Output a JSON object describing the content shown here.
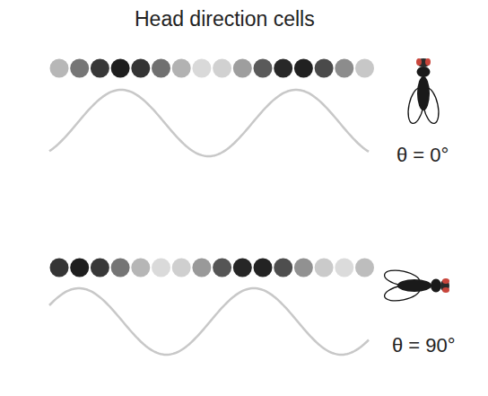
{
  "diagram": {
    "title": "Head direction cells",
    "labels": [
      "θ = 0°",
      "θ = 90°"
    ]
  }
}
